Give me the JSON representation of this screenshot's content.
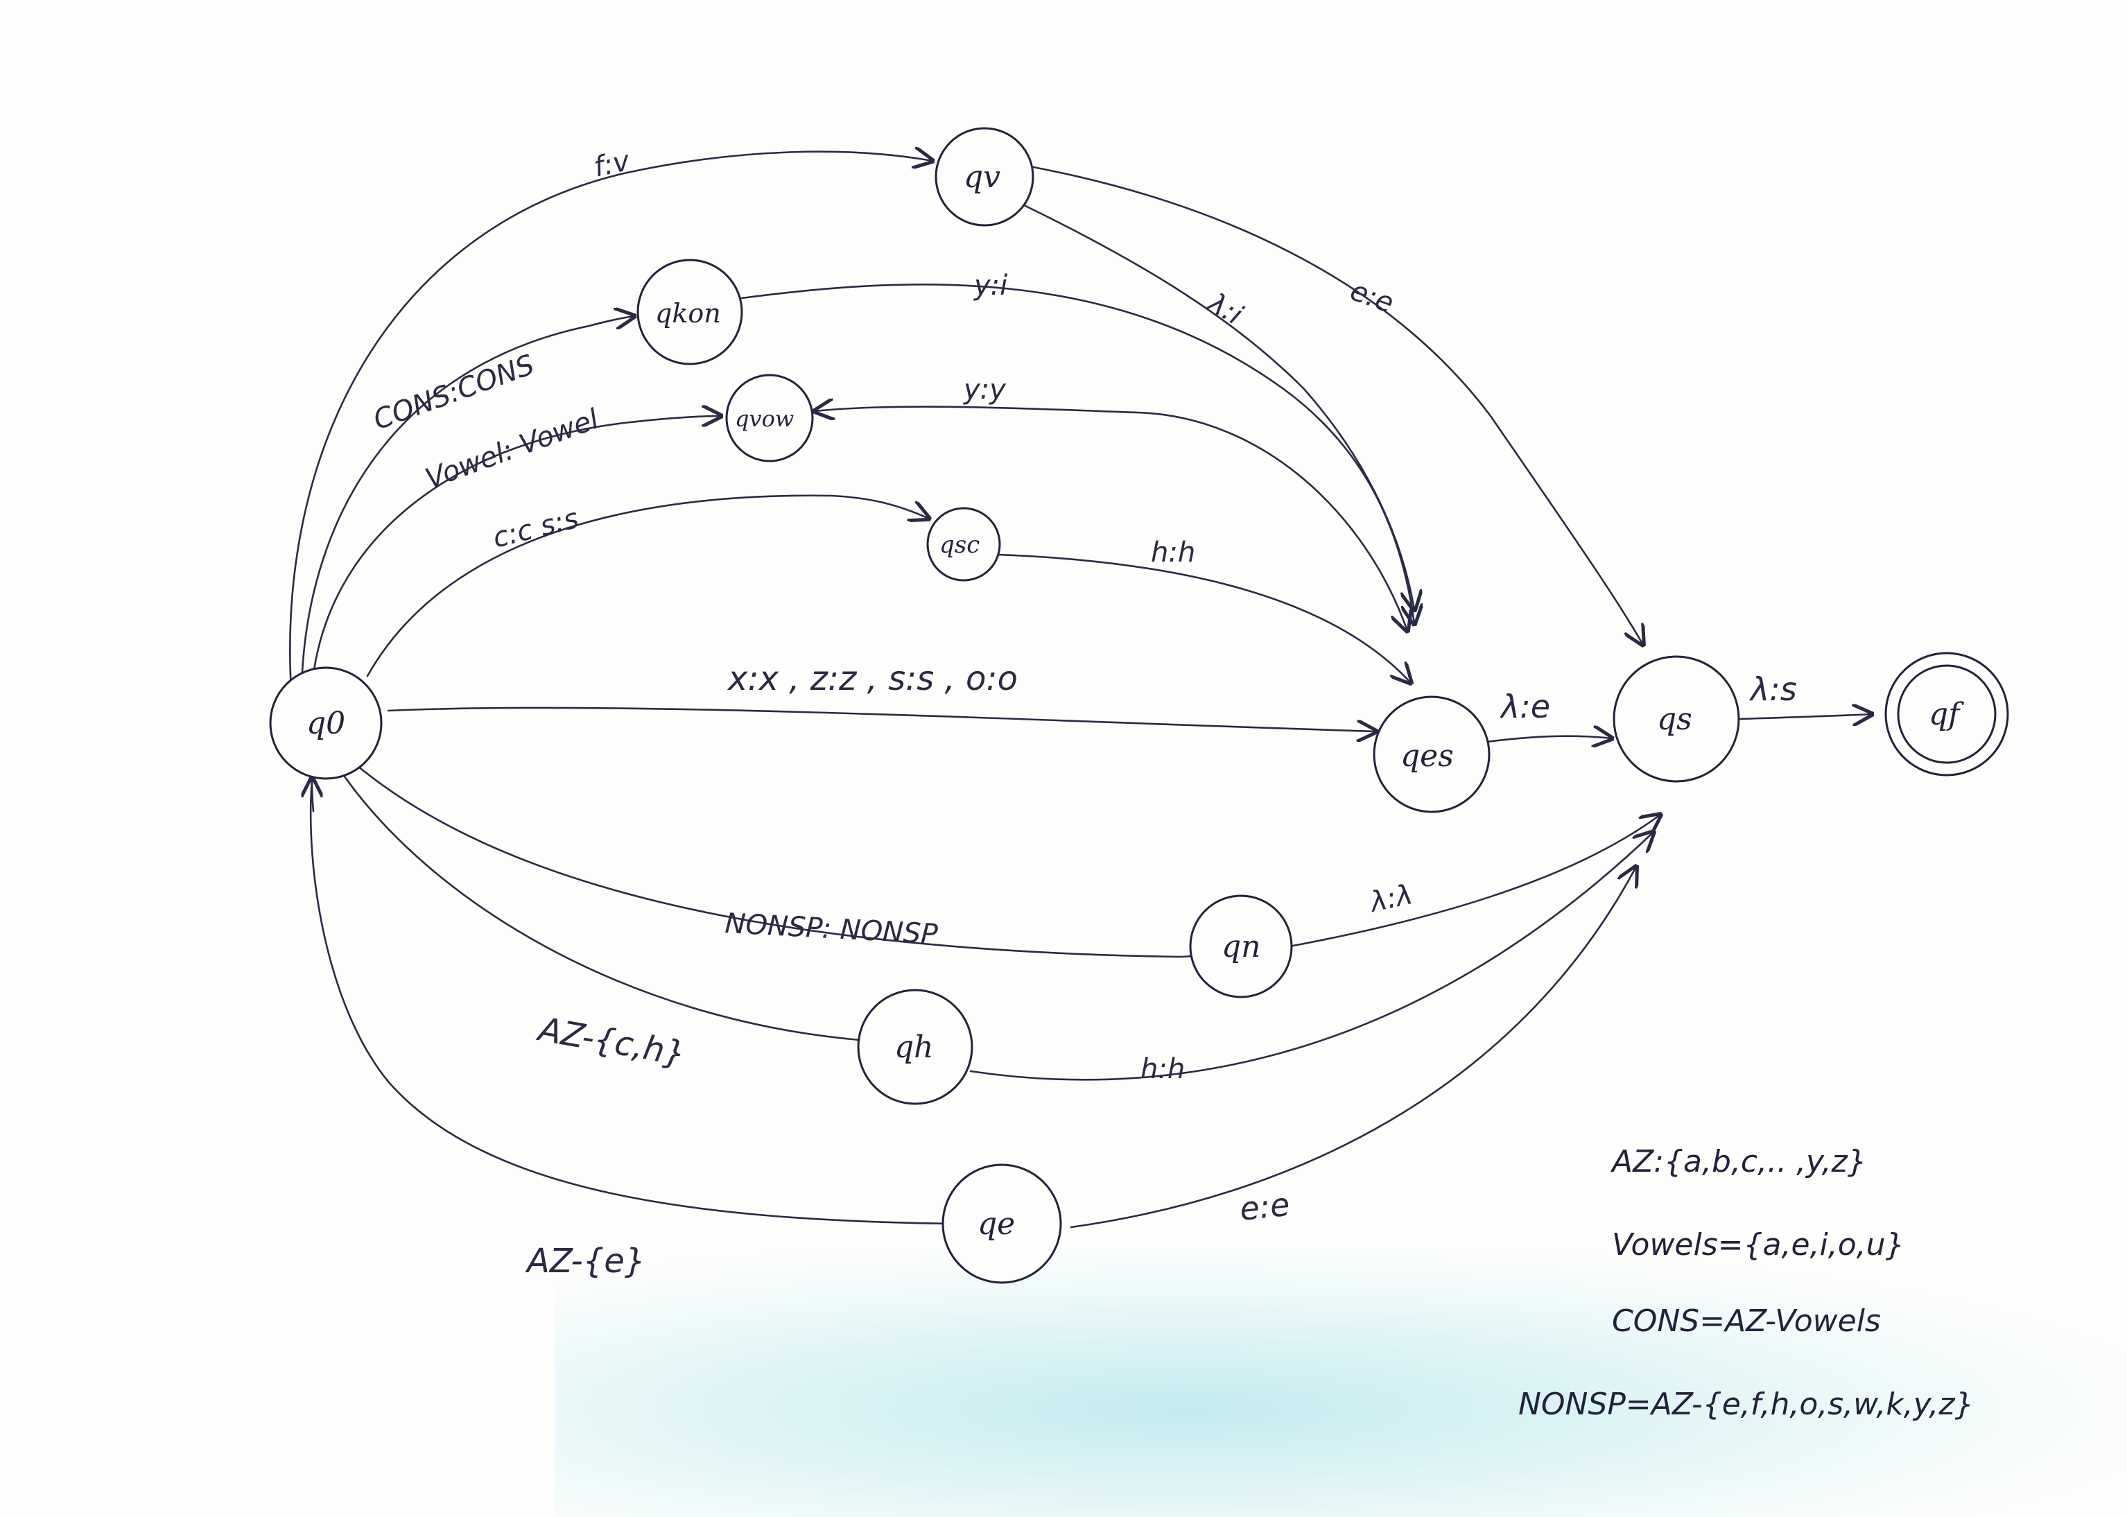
{
  "states": {
    "q0": "q0",
    "qv": "qv",
    "qkon": "qkon",
    "qvow": "qvow",
    "qsc": "qsc",
    "qes": "qes",
    "qs": "qs",
    "qf": "qf",
    "qn": "qn",
    "qh": "qh",
    "qe": "qe"
  },
  "edge_labels": {
    "q0_qv": "f:v",
    "q0_qkon": "CONS:CONS",
    "q0_qvow": "Vowel: Vowel",
    "q0_qsc": "c:c  s:s",
    "q0_qes": "x:x , z:z , s:s , o:o",
    "q0_qn": "NONSP: NONSP",
    "q0_qh": "AZ-{c,h}",
    "q0_qe": "AZ-{e}",
    "qv_qes": "λ:i",
    "qv_qs": "e:e",
    "qkon_qes": "y:i",
    "qvow_label": "y:y",
    "qsc_qes": "h:h",
    "qes_qs": "λ:e",
    "qs_qf": "λ:s",
    "qn_qs": "λ:λ",
    "qh_qs": "h:h",
    "qe_qs": "e:e"
  },
  "definitions": {
    "az": "AZ:{a,b,c,.. ,y,z}",
    "vowels": "Vowels={a,e,i,o,u}",
    "cons": "CONS=AZ-Vowels",
    "nonsp": "NONSP=AZ-{e,f,h,o,s,w,k,y,z}"
  }
}
